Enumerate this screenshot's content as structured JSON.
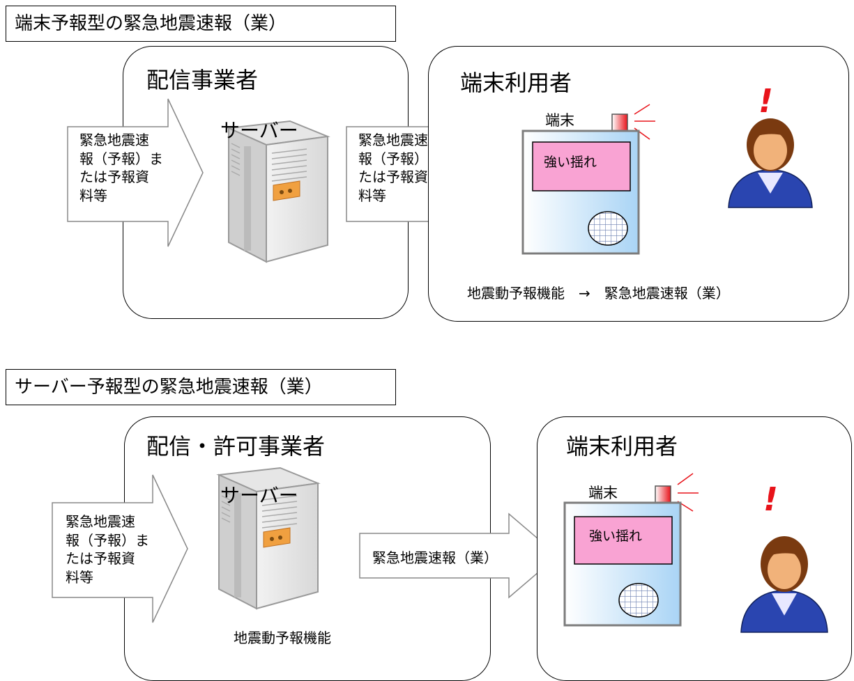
{
  "top": {
    "title": "端末予報型の緊急地震速報（業）",
    "provider": {
      "label": "配信事業者",
      "input_arrow_text": "緊急地震速\n報（予報）ま\nたは予報資\n料等",
      "server_label": "サーバー"
    },
    "transfer_arrow_text": "緊急地震速\n報（予報）ま\nたは予報資\n料等",
    "user": {
      "label": "端末利用者",
      "terminal_label": "端末",
      "screen_text": "強い揺れ",
      "footer_text": "地震動予報機能　→　緊急地震速報（業）"
    }
  },
  "bottom": {
    "title": "サーバー予報型の緊急地震速報（業）",
    "provider": {
      "label": "配信・許可事業者",
      "input_arrow_text": "緊急地震速\n報（予報）ま\nたは予報資\n料等",
      "server_label": "サーバー",
      "function_text": "地震動予報機能"
    },
    "transfer_arrow_text": "緊急地震速報（業）",
    "user": {
      "label": "端末利用者",
      "terminal_label": "端末",
      "screen_text": "強い揺れ"
    }
  },
  "alert_mark": "!",
  "colors": {
    "screen_fill": "#f9a3d3",
    "terminal_gradient_end": "#a9d4f5",
    "alert_red": "#e8131a",
    "server_accent": "#f0a040",
    "person_hair": "#7a3a10",
    "person_suit": "#2a45b0"
  }
}
